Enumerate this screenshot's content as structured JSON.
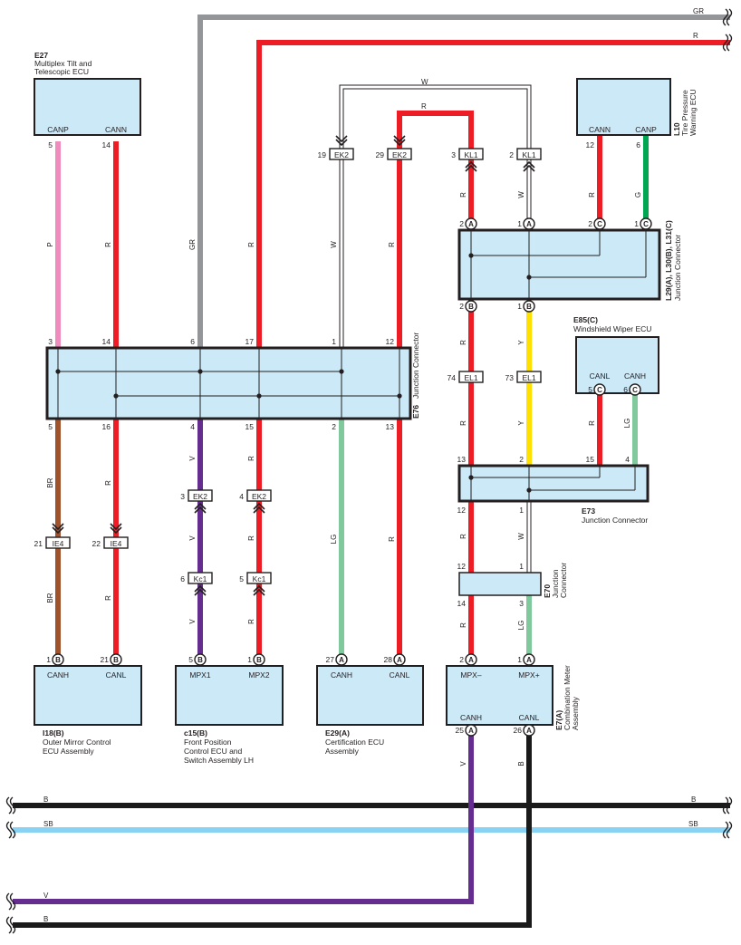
{
  "colors": {
    "R": "#ee1c25",
    "GR": "#939598",
    "P": "#f08bbd",
    "V": "#662d91",
    "BR": "#a0522d",
    "LG": "#7fc99d",
    "Y": "#ffe000",
    "G": "#00a651",
    "W": "#ffffff",
    "B": "#1a1a1a",
    "SB": "#8ad2f4",
    "box_fill": "#cce9f8",
    "outline": "#231f20"
  },
  "components": {
    "e27": {
      "code": "E27",
      "name1": "Multiplex Tilt and",
      "name2": "Telescopic ECU",
      "t1": "CANP",
      "t2": "CANN"
    },
    "l10": {
      "code": "L10",
      "name1": "Tire Pressure",
      "name2": "Warning ECU",
      "t1": "CANN",
      "t2": "CANP"
    },
    "e85": {
      "code": "E85(C)",
      "name": "Windshield Wiper ECU",
      "t1": "CANL",
      "t2": "CANH"
    },
    "i18": {
      "code": "I18(B)",
      "name1": "Outer Mirror Control",
      "name2": "ECU Assembly",
      "t1": "CANH",
      "t2": "CANL"
    },
    "c15": {
      "code": "c15(B)",
      "name1": "Front Position",
      "name2": "Control ECU and",
      "name3": "Switch Assembly LH",
      "t1": "MPX1",
      "t2": "MPX2"
    },
    "e29": {
      "code": "E29(A)",
      "name1": "Certification ECU",
      "name2": "Assembly",
      "t1": "CANH",
      "t2": "CANL"
    },
    "e7": {
      "code": "E7(A)",
      "name1": "Combination Meter",
      "name2": "Assembly",
      "t1": "MPX–",
      "t2": "MPX+",
      "t3": "CANH",
      "t4": "CANL"
    },
    "e76": {
      "code": "E76",
      "name": "Junction Connector"
    },
    "l29": {
      "code": "L29(A), L30(B), L31(C)",
      "name": "Junction Connector"
    },
    "e73": {
      "code": "E73",
      "name": "Junction Connector"
    },
    "e70": {
      "code": "E70",
      "name1": "Junction",
      "name2": "Connector"
    }
  },
  "connectors": {
    "EK2": "EK2",
    "KL1": "KL1",
    "EL1": "EL1",
    "IE4": "IE4",
    "Kc1": "Kc1"
  },
  "circle_letters": {
    "A": "A",
    "B": "B",
    "C": "C"
  },
  "wire_labels": {
    "R": "R",
    "GR": "GR",
    "P": "P",
    "V": "V",
    "BR": "BR",
    "LG": "LG",
    "Y": "Y",
    "G": "G",
    "W": "W",
    "B": "B",
    "SB": "SB"
  },
  "pins": {
    "p1": "1",
    "p2": "2",
    "p3": "3",
    "p4": "4",
    "p5": "5",
    "p6": "6",
    "p12": "12",
    "p13": "13",
    "p14": "14",
    "p15": "15",
    "p16": "16",
    "p17": "17",
    "p19": "19",
    "p21": "21",
    "p22": "22",
    "p25": "25",
    "p26": "26",
    "p27": "27",
    "p28": "28",
    "p29": "29",
    "p73": "73",
    "p74": "74"
  }
}
